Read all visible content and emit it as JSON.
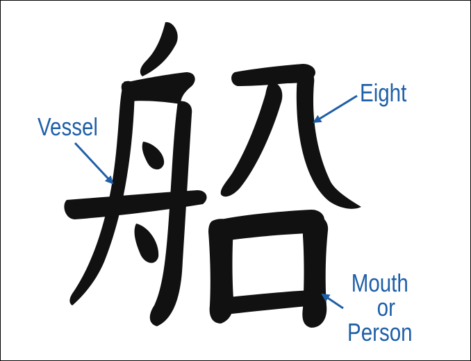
{
  "labels": {
    "vessel": "Vessel",
    "eight": "Eight",
    "mouth_line1": "Mouth",
    "mouth_line2": "or",
    "mouth_line3": "Person"
  },
  "colors": {
    "label": "#1e5fa8",
    "arrow": "#1e5fa8",
    "ink": "#111111",
    "border": "#000000"
  },
  "character": "船"
}
